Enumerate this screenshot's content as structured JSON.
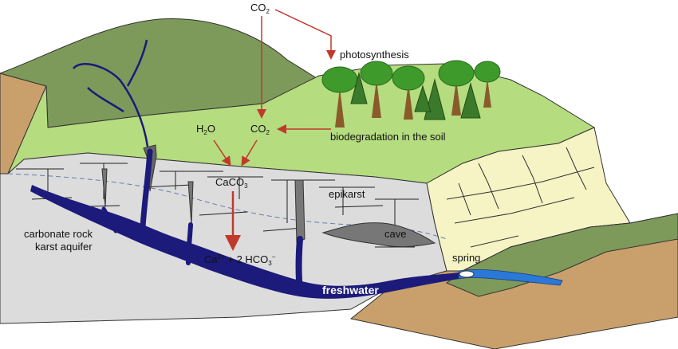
{
  "labels": {
    "co2_top": "CO",
    "co2_top_sub": "2",
    "photosynthesis": "photosynthesis",
    "h2o_h": "H",
    "h2o_sub": "2",
    "h2o_o": "O",
    "co2_mid": "CO",
    "co2_mid_sub": "2",
    "biodegradation": "biodegradation in the soil",
    "caco3": "CaCO",
    "caco3_sub": "3",
    "epikarst": "epikarst",
    "cave": "cave",
    "aquifer_line1": "carbonate rock",
    "aquifer_line2": "karst aquifer",
    "ion_ca": "Ca",
    "ion_ca_sup": "2+",
    "ion_hco": " + 2 HCO",
    "ion_hco_sub": "3",
    "ion_hco_sup": "−",
    "spring": "spring",
    "freshwater": "freshwater"
  },
  "colors": {
    "grass": "#b5dc7f",
    "hill": "#7d9a5a",
    "rock": "#dcdcdc",
    "soil_side": "#c9a06b",
    "cliff": "#f6f3c4",
    "water": "#1c1a7a",
    "stream": "#2a78d8",
    "arrow": "#c0392b",
    "tree_leaf": "#3f9a2c",
    "trunk": "#8a5a2b"
  }
}
